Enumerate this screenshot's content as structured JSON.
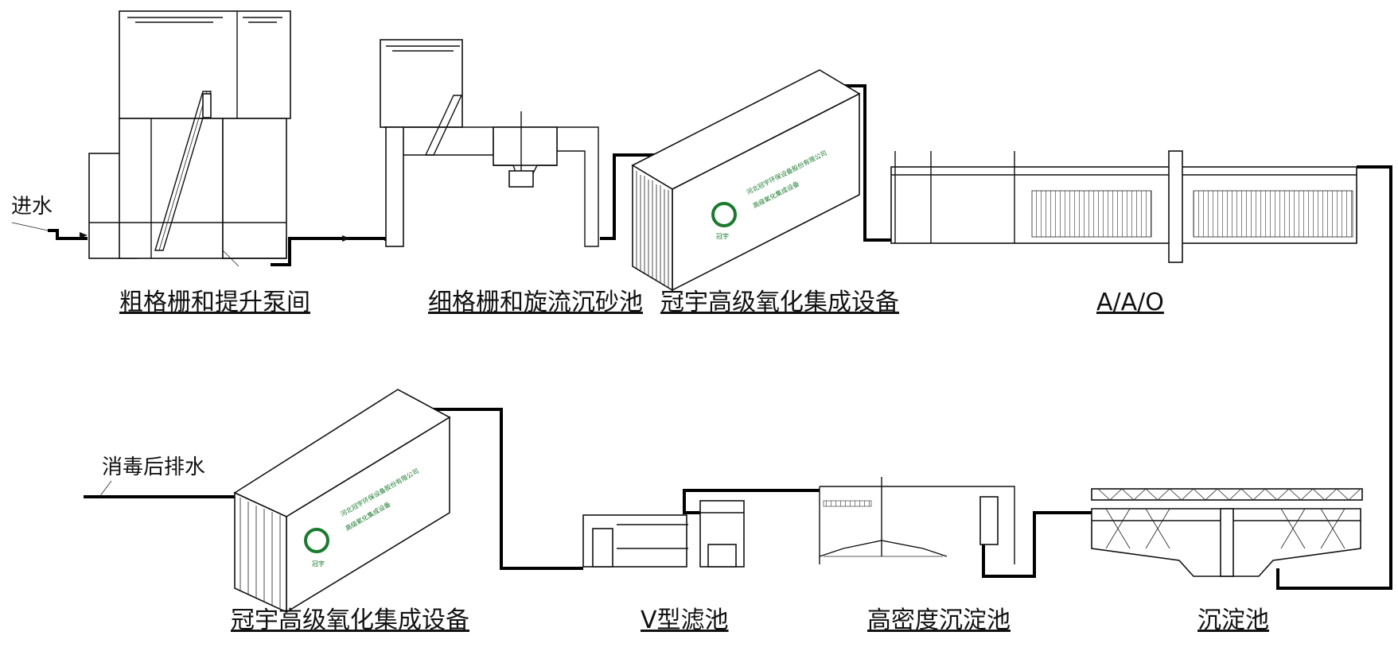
{
  "labels": {
    "inlet": "进水",
    "outlet": "消毒后排水",
    "coarse_screen": "粗格栅和提升泵间",
    "fine_screen": "细格栅和旋流沉砂池",
    "aop_top": "冠宇高级氧化集成设备",
    "aao": "A/A/O",
    "sedimentation": "沉淀池",
    "high_density": "高密度沉淀池",
    "v_filter": "V型滤池",
    "aop_bottom": "冠宇高级氧化集成设备"
  },
  "container_text": {
    "line1": "河北冠宇环保设备股份有限公司",
    "line2": "高级氧化集成设备",
    "logo": "冠宇"
  },
  "colors": {
    "line": "#111111",
    "logo_green": "#1a7a2e"
  }
}
